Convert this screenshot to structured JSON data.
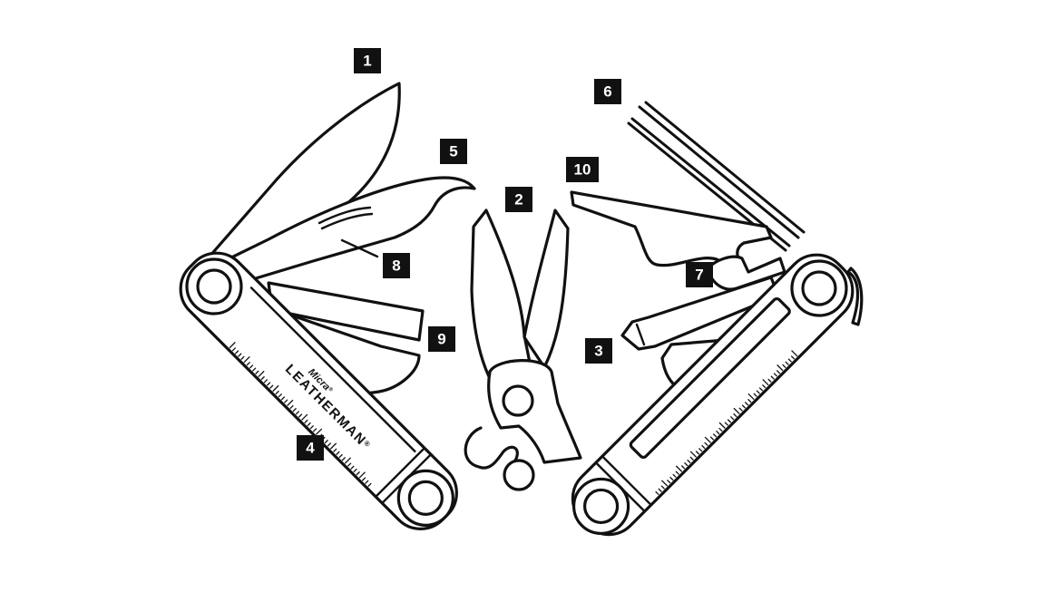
{
  "product": {
    "brand": "LEATHERMAN",
    "registered_mark": "®",
    "model": "Micra",
    "model_mark": "®"
  },
  "callouts": [
    {
      "id": "1",
      "label": "1"
    },
    {
      "id": "2",
      "label": "2"
    },
    {
      "id": "3",
      "label": "3"
    },
    {
      "id": "4",
      "label": "4"
    },
    {
      "id": "5",
      "label": "5"
    },
    {
      "id": "6",
      "label": "6"
    },
    {
      "id": "7",
      "label": "7"
    },
    {
      "id": "8",
      "label": "8"
    },
    {
      "id": "9",
      "label": "9"
    },
    {
      "id": "10",
      "label": "10"
    }
  ],
  "colors": {
    "line": "#111111",
    "fill": "#ffffff",
    "badge_bg": "#111111",
    "badge_text": "#ffffff"
  }
}
